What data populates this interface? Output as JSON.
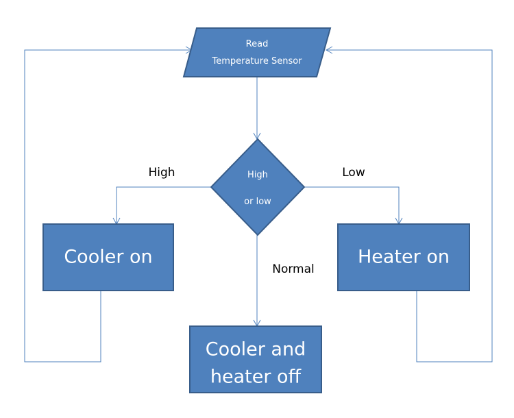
{
  "nodes": {
    "read_sensor": {
      "lines": [
        "Read",
        "Temperature Sensor"
      ]
    },
    "decision": {
      "lines": [
        "High",
        "or low"
      ]
    },
    "cooler_on": {
      "lines": [
        "Cooler on"
      ]
    },
    "heater_on": {
      "lines": [
        "Heater on"
      ]
    },
    "both_off": {
      "lines": [
        "Cooler and",
        "heater off"
      ]
    }
  },
  "edges": {
    "high": "High",
    "low": "Low",
    "normal": "Normal"
  },
  "colors": {
    "node_fill": "#4f81bd",
    "node_border": "#385d8a",
    "connector": "#4f81bd",
    "node_text": "#ffffff",
    "label_text": "#000000"
  }
}
